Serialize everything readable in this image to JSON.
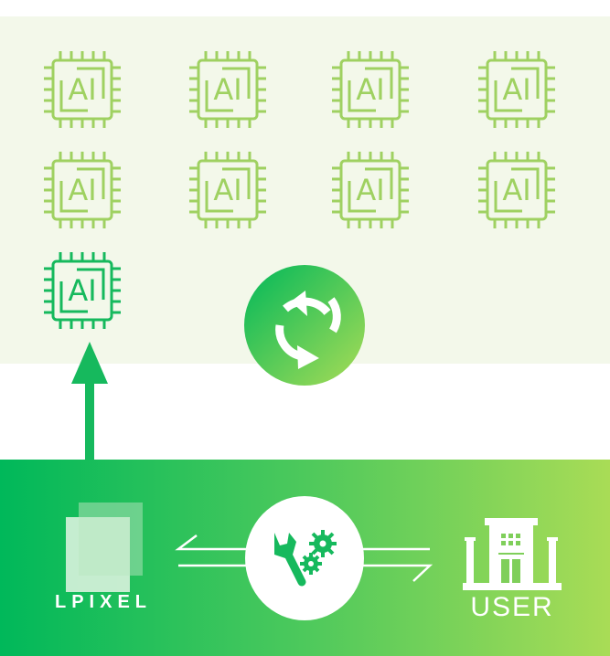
{
  "chips": {
    "label": "AI",
    "count_inactive": 8,
    "count_active": 1,
    "inactive_color": "#9fd161",
    "active_color": "#16b95d"
  },
  "bottom": {
    "left_label": "LPIXEL",
    "right_label": "USER",
    "center_icon": "wrench-gears-icon"
  },
  "colors": {
    "panel_bg": "#f3f8ea",
    "gradient_start": "#00b85a",
    "gradient_end": "#a9dc56"
  }
}
